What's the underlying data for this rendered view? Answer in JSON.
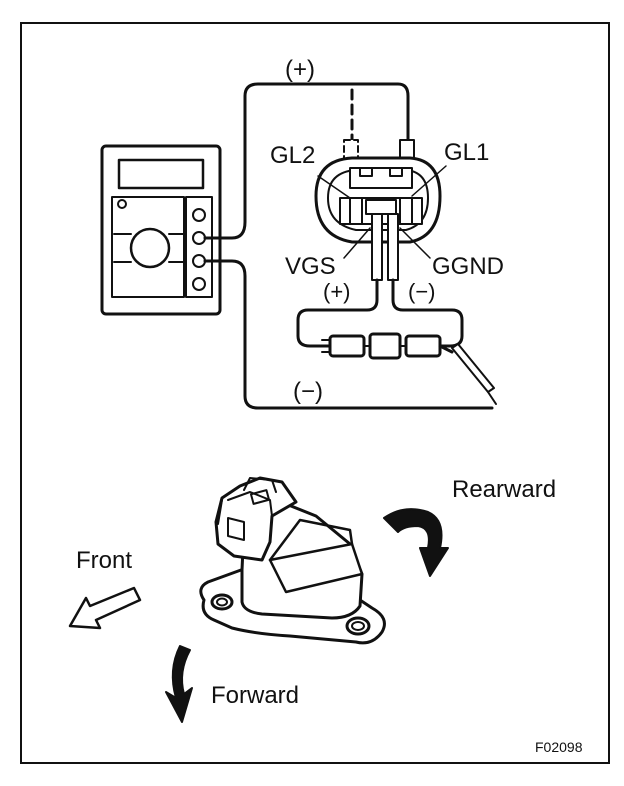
{
  "labels": {
    "wire_plus_top": "(+)",
    "gl2": "GL2",
    "gl1": "GL1",
    "vgs": "VGS",
    "ggnd": "GGND",
    "plus_lower": "(+)",
    "minus_lower": "(−)",
    "wire_minus_bottom": "(−)",
    "rearward": "Rearward",
    "front": "Front",
    "forward": "Forward",
    "figure_code": "F02098"
  },
  "icons": [
    "multimeter-icon",
    "sensor-connector-icon",
    "resistor-chain-icon",
    "probe-icon",
    "yaw-rate-sensor-icon",
    "rearward-arrow-icon",
    "front-arrow-icon",
    "forward-arrow-icon"
  ],
  "colors": {
    "line": "#111111",
    "background": "#ffffff"
  }
}
